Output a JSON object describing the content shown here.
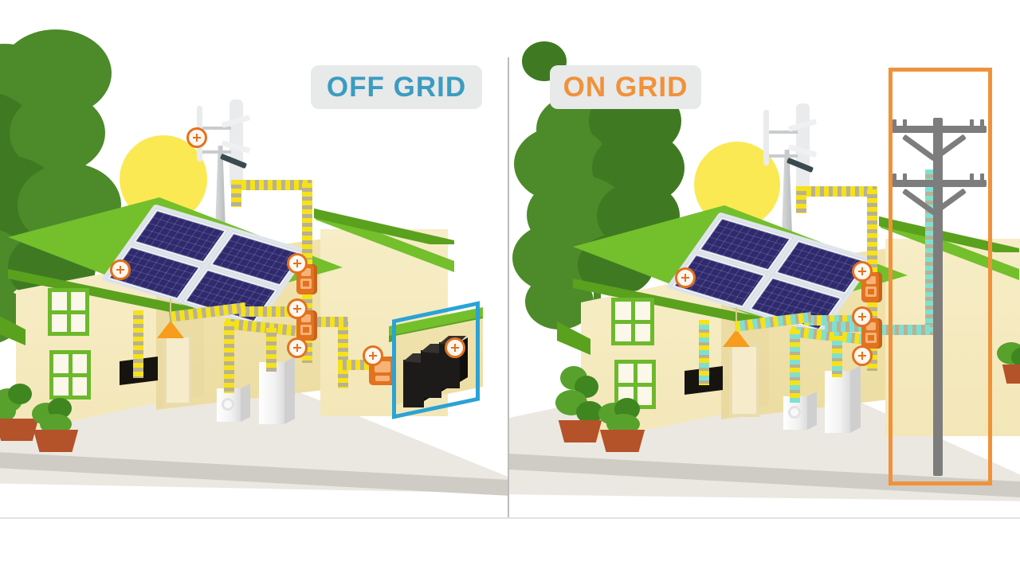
{
  "diagram": {
    "title": "Off Grid vs On Grid Solar Power System Comparison",
    "divider": {
      "orientation": "vertical",
      "color": "#bcbcbc"
    },
    "footer_divider_color": "#e3e3e3",
    "background": "#ffffff"
  },
  "panels": [
    {
      "id": "off-grid",
      "label": "OFF GRID",
      "label_color": "#3b9cc0",
      "label_chip_color": "#e8e9e9",
      "highlight": {
        "name": "battery-bank-highlight",
        "color": "#2aa3d6",
        "shape": "rectangle"
      },
      "flow_color": "#f5e21a",
      "flow_meaning": "solar-and-wind-generated-power",
      "components": [
        {
          "name": "sun",
          "color": "#fbe953"
        },
        {
          "name": "tree",
          "color": "#4d8a2a"
        },
        {
          "name": "wind-turbine",
          "color": "#d8dadb"
        },
        {
          "name": "solar-panel-array",
          "count": 4,
          "color": "#2f2a6e"
        },
        {
          "name": "house",
          "wall_color": "#f3e7b8",
          "roof_color": "#74bf2c"
        },
        {
          "name": "charge-controller",
          "color": "#e2721f"
        },
        {
          "name": "inverter",
          "color": "#e2721f"
        },
        {
          "name": "distribution-board",
          "color": "#e2721f"
        },
        {
          "name": "battery-bank",
          "count": 3,
          "color": "#1d1b1a"
        },
        {
          "name": "television",
          "color": "#17140f"
        },
        {
          "name": "ceiling-lamp",
          "color": "#f79c1c"
        },
        {
          "name": "washing-machine",
          "color": "#ffffff"
        },
        {
          "name": "refrigerator",
          "color": "#ffffff"
        },
        {
          "name": "carport",
          "roof_color": "#74bf2c"
        },
        {
          "name": "planters",
          "count": 2,
          "color": "#b4522a"
        }
      ],
      "connection_nodes": 6
    },
    {
      "id": "on-grid",
      "label": "ON GRID",
      "label_color": "#f0923a",
      "label_chip_color": "#e8e9e9",
      "highlight": {
        "name": "utility-pole-highlight",
        "color": "#f0923a",
        "shape": "rectangle"
      },
      "flow_color": "#7fe0d2",
      "flow_meaning": "utility-grid-power",
      "components": [
        {
          "name": "sun",
          "color": "#fbe953"
        },
        {
          "name": "tree",
          "color": "#4d8a2a"
        },
        {
          "name": "wind-turbine",
          "color": "#d8dadb"
        },
        {
          "name": "solar-panel-array",
          "count": 4,
          "color": "#2f2a6e"
        },
        {
          "name": "house",
          "wall_color": "#f3e7b8",
          "roof_color": "#74bf2c"
        },
        {
          "name": "charge-controller",
          "color": "#e2721f"
        },
        {
          "name": "grid-tie-inverter",
          "color": "#e2721f"
        },
        {
          "name": "utility-pole",
          "color": "#7d7d7d"
        },
        {
          "name": "television",
          "color": "#17140f"
        },
        {
          "name": "ceiling-lamp",
          "color": "#f79c1c"
        },
        {
          "name": "washing-machine",
          "color": "#ffffff"
        },
        {
          "name": "refrigerator",
          "color": "#ffffff"
        },
        {
          "name": "planters",
          "count": 2,
          "color": "#b4522a"
        }
      ],
      "connection_nodes": 4
    }
  ]
}
